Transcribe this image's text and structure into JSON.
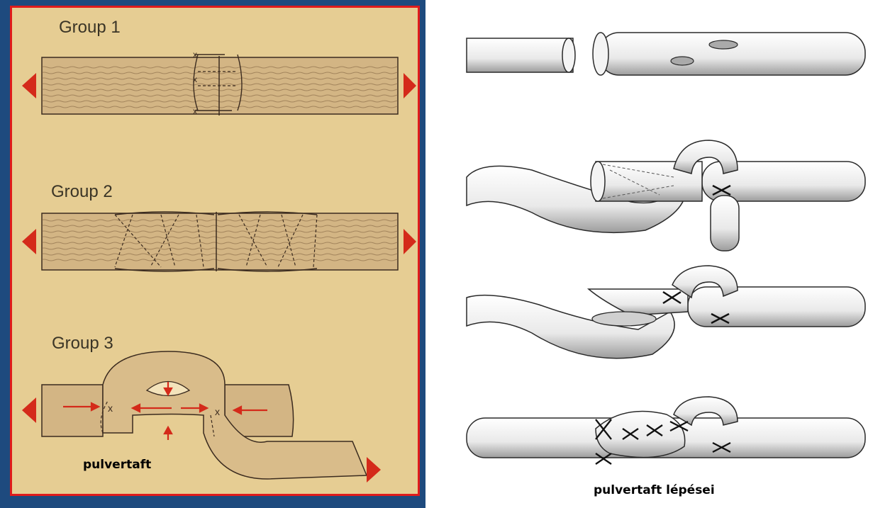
{
  "left_panel": {
    "group1_label": "Group 1",
    "group2_label": "Group 2",
    "group3_label": "Group 3",
    "caption": "pulvertaft"
  },
  "right_panel": {
    "caption": "pulvertaft lépései"
  },
  "colors": {
    "frame_blue": "#1e4a7e",
    "panel_tan": "#e6cd93",
    "tendon_tan": "#d3b584",
    "border_red": "#e01b1b",
    "arrow_red": "#d42a1a"
  }
}
